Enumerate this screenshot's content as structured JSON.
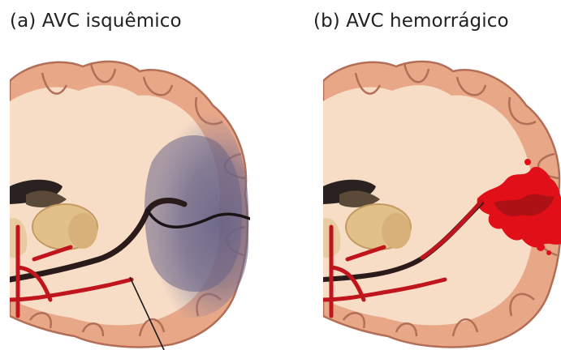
{
  "panels": [
    {
      "label": "(a) AVC isquêmico",
      "condition": "ischemic",
      "colors": {
        "gray_matter": "#e8a888",
        "white_matter": "#f7dcc6",
        "lesion": "#6f6a8c",
        "vessel": "#c0151c"
      }
    },
    {
      "label": "(b) AVC hemorrágico",
      "condition": "hemorrhagic",
      "colors": {
        "gray_matter": "#e8a888",
        "white_matter": "#f7dcc6",
        "lesion": "#e10f17",
        "vessel": "#c0151c"
      }
    }
  ]
}
